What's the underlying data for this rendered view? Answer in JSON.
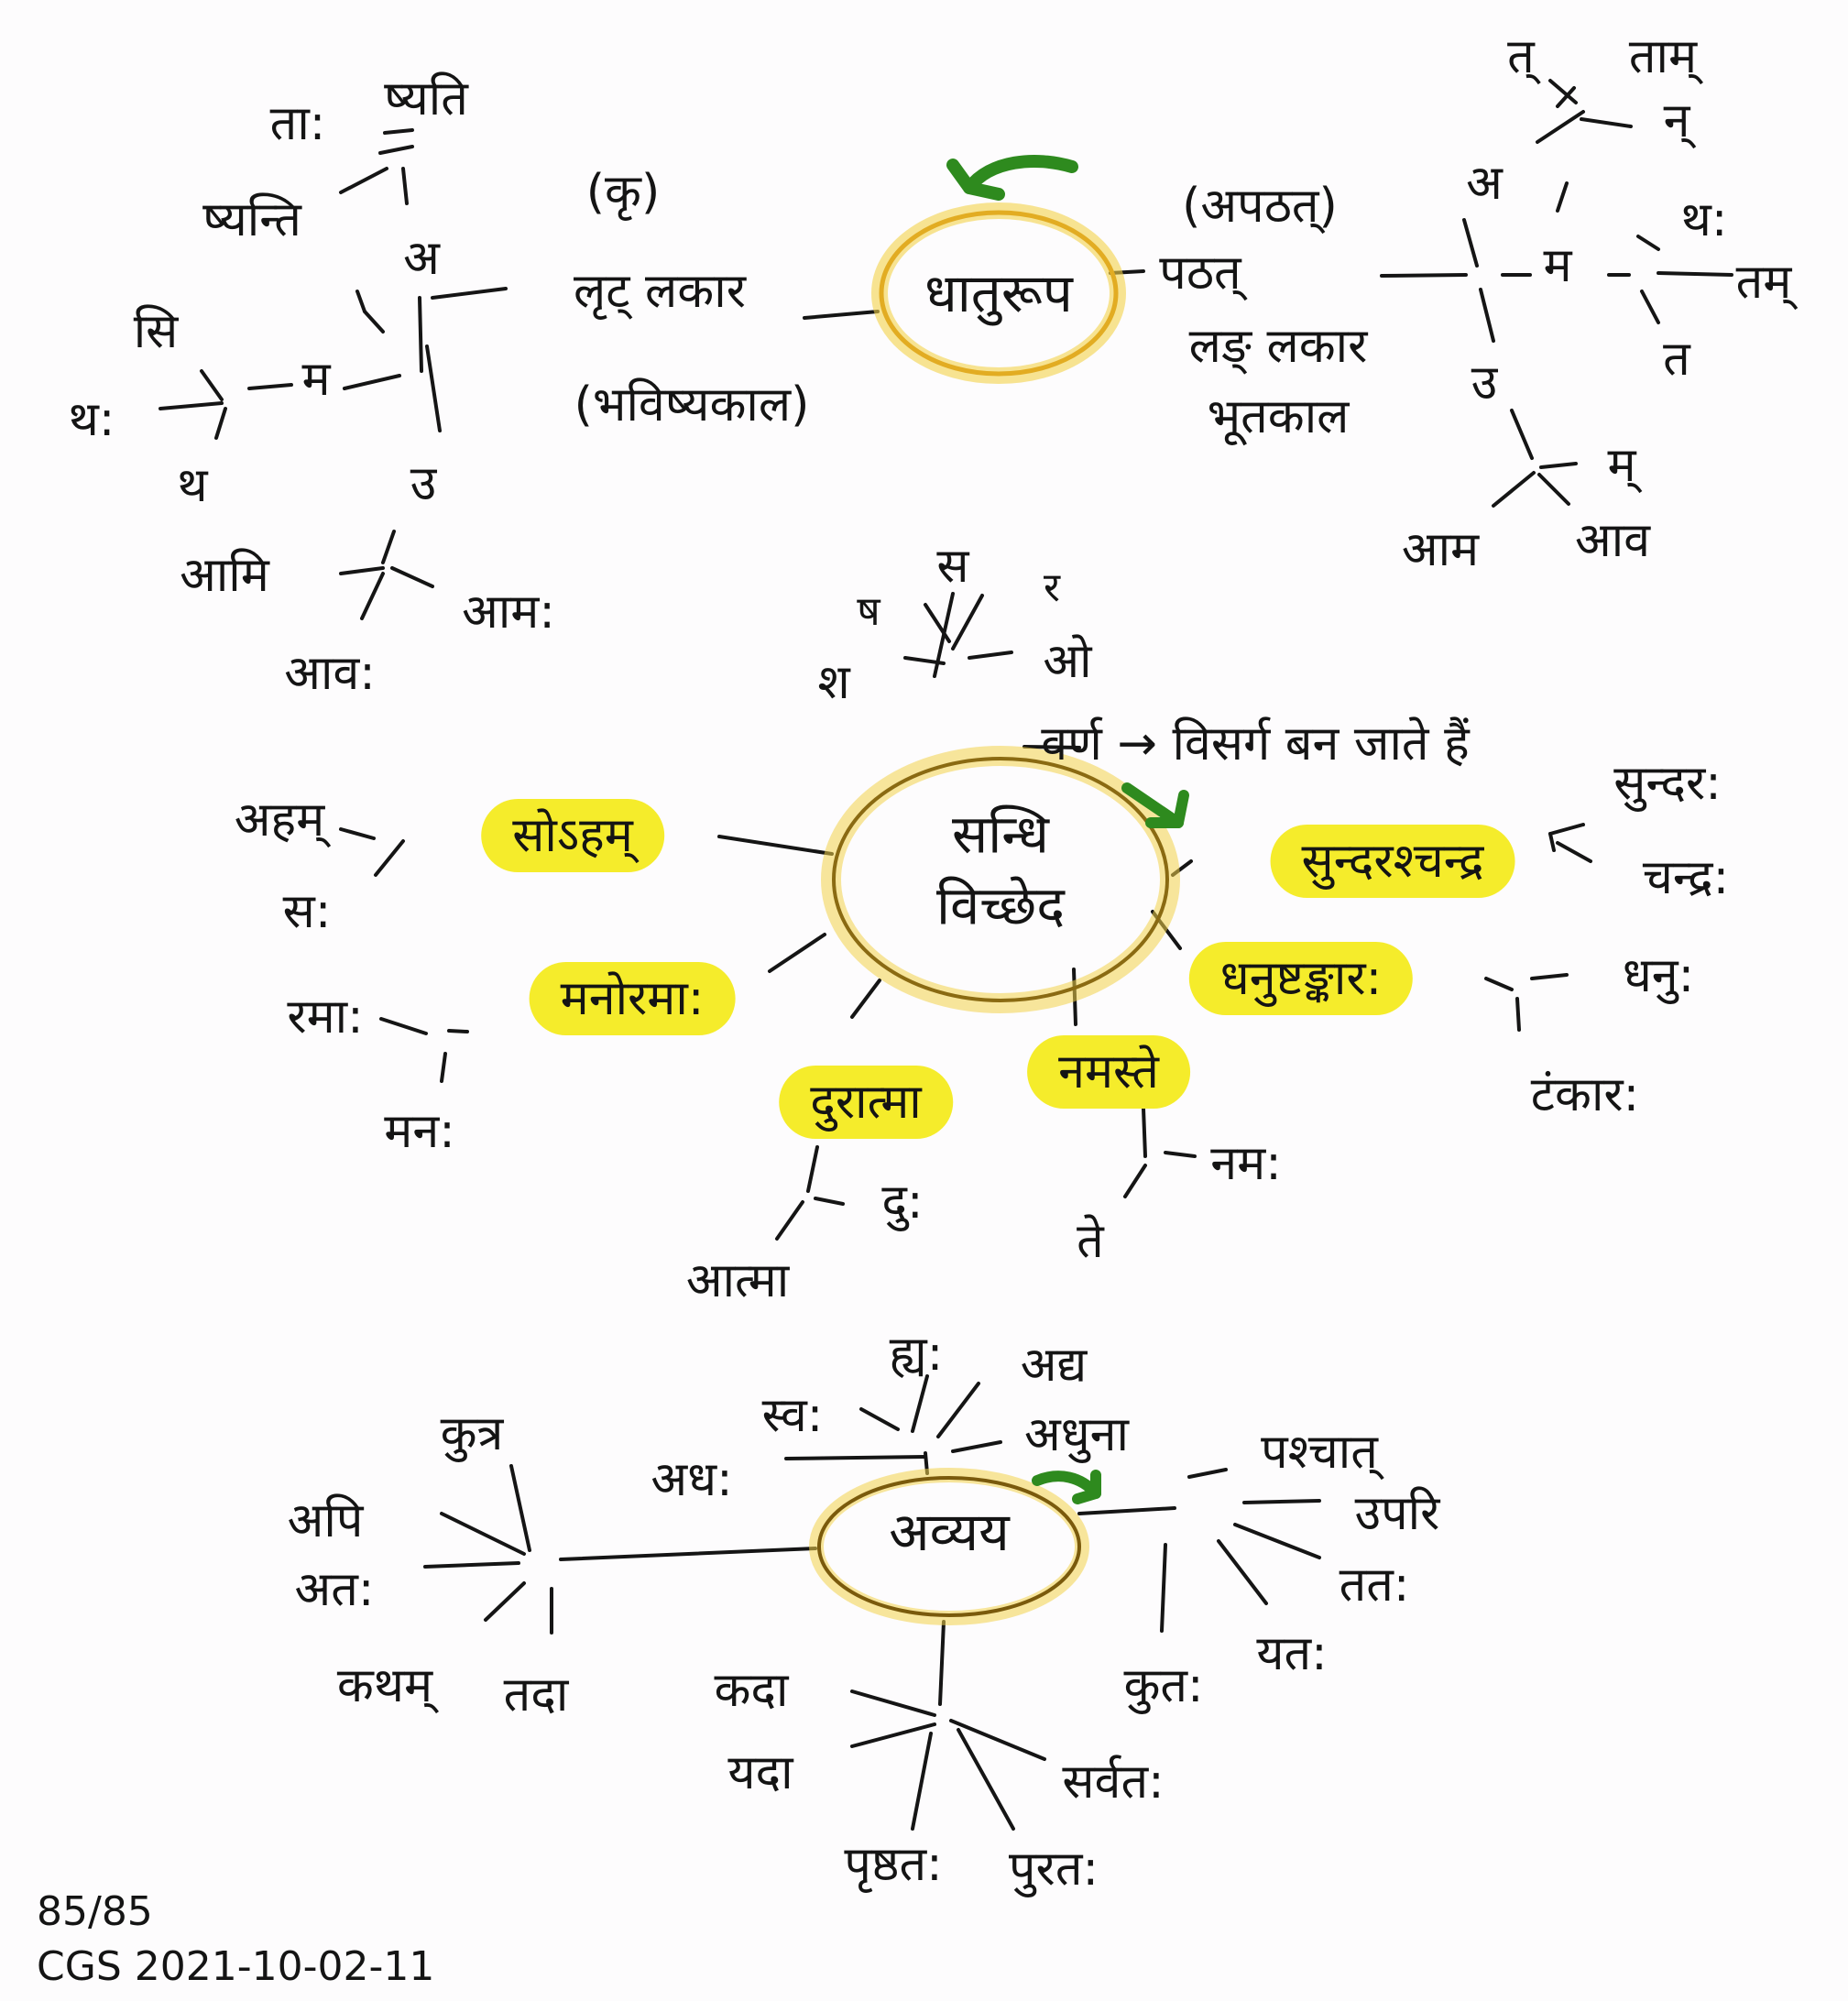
{
  "colors": {
    "ink": "#151515",
    "circle": "#e2ac22",
    "circle_glow": "#f3d24a",
    "highlight": "#f5ec2b",
    "arrow": "#2e8a1e"
  },
  "icons": {
    "arrow": "green-curved-arrow-icon"
  },
  "dhatu": {
    "center": "धातुरूप",
    "left": {
      "tag": "(कृ)",
      "title": "लृट् लकार",
      "subtitle": "(भविष्यकाल)",
      "a_label": "अ",
      "m_label": "म",
      "u_label": "उ",
      "a_forms": [
        "ता:",
        "ष्यति",
        "ष्यन्ति"
      ],
      "m_forms": [
        "सि",
        "थ:",
        "थ"
      ],
      "u_forms": [
        "आमि",
        "आम:",
        "आव:"
      ]
    },
    "right": {
      "tag": "(अपठत्)",
      "title": "पठत्",
      "subtitle1": "लङ् लकार",
      "subtitle2": "भूतकाल",
      "a_label": "अ",
      "m_label": "म",
      "u_label": "उ",
      "a_forms": [
        "त्",
        "ताम्",
        "न्"
      ],
      "m_forms": [
        "थ:",
        "तम्",
        "त"
      ],
      "u_forms": [
        "म्",
        "आम",
        "आव"
      ]
    }
  },
  "sandhi": {
    "center": "सन्धि विच्छेद",
    "varna": [
      "श",
      "ष",
      "स",
      "र",
      "ओ"
    ],
    "rule": "वर्ण → विसर्ग बन जाते हैं",
    "words": [
      {
        "word": "सोऽहम्",
        "parts": [
          "अहम्",
          "स:"
        ]
      },
      {
        "word": "मनोरमा:",
        "parts": [
          "रमा:",
          "मन:"
        ]
      },
      {
        "word": "दुरात्मा",
        "parts": [
          "दु:",
          "आत्मा"
        ]
      },
      {
        "word": "नमस्ते",
        "parts": [
          "नम:",
          "ते"
        ]
      },
      {
        "word": "धनुष्टङ्कार:",
        "parts": [
          "धनु:",
          "टंकार:"
        ]
      },
      {
        "word": "सुन्दरश्चन्द्र",
        "parts": [
          "सुन्दर:",
          "चन्द्र:"
        ]
      }
    ]
  },
  "avyaya": {
    "center": "अव्यय",
    "top": [
      "अध:",
      "स्व:",
      "ह्य:",
      "अद्य",
      "अधुना"
    ],
    "left": [
      "अपि",
      "कुत्र",
      "अत:",
      "कथम्",
      "तदा"
    ],
    "right": [
      "पश्चात्",
      "उपरि",
      "तत:",
      "यत:",
      "कुत:"
    ],
    "bottom": [
      "कदा",
      "यदा",
      "सर्वत:",
      "पुरत:",
      "पृष्ठत:"
    ]
  },
  "footer": {
    "page": "85/85",
    "code": "CGS 2021-10-02-11"
  }
}
